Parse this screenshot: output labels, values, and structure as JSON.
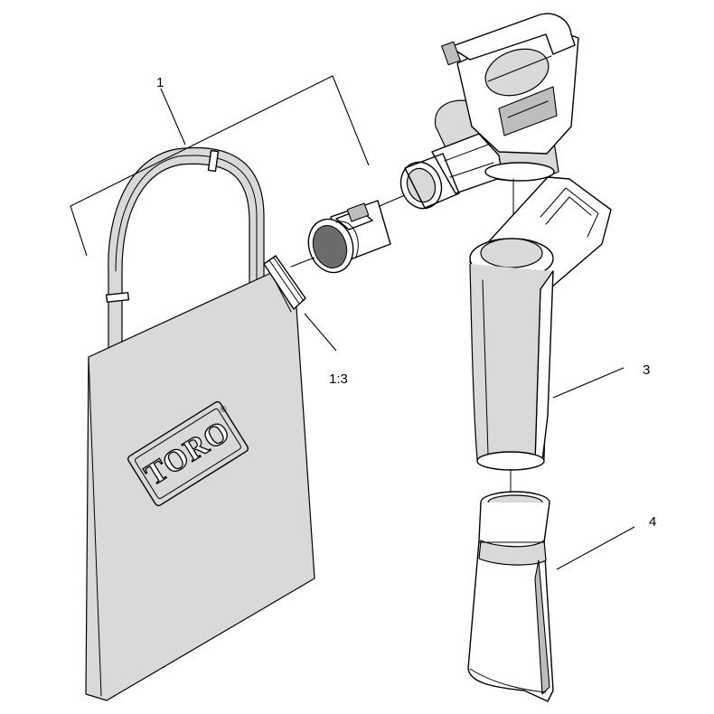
{
  "callouts": {
    "bag_assembly": "1",
    "bag_adapter": "1:3",
    "vacuum_tube": "3",
    "vacuum_nozzle": "4"
  },
  "bag_logo": {
    "brand_text": "TORO",
    "registered_mark": "®"
  }
}
